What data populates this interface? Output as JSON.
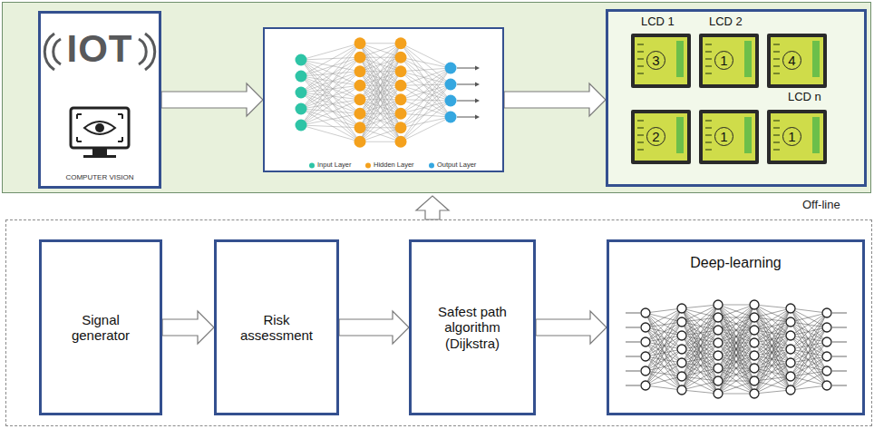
{
  "diagram": {
    "nodes": [
      {
        "text": [
          "IOT",
          "COMPUTER VISION"
        ]
      },
      {
        "text": [
          "Input Layer",
          "Hidden Layer",
          "Output Layer"
        ]
      },
      {
        "text": [
          "LCD 1",
          "LCD 2",
          "LCD n",
          "3",
          "1",
          "4",
          "2",
          "1",
          "1"
        ]
      },
      {
        "text": [
          "Off-line"
        ]
      },
      {
        "text": [
          "Signal generator"
        ],
        "in": 3
      },
      {
        "text": [
          "Risk assessment"
        ],
        "in": 3
      },
      {
        "text": [
          "Safest path algorithm (Dijkstra)"
        ],
        "in": 3
      },
      {
        "text": [
          "Deep-learning"
        ],
        "in": 3
      }
    ],
    "edges": [
      {
        "from": 0,
        "to": 1,
        "arrow": "to"
      },
      {
        "from": 1,
        "to": 2,
        "arrow": "to"
      },
      {
        "from": 4,
        "to": 5,
        "arrow": "to"
      },
      {
        "from": 5,
        "to": 6,
        "arrow": "to"
      },
      {
        "from": 6,
        "to": 7,
        "arrow": "to"
      }
    ]
  }
}
